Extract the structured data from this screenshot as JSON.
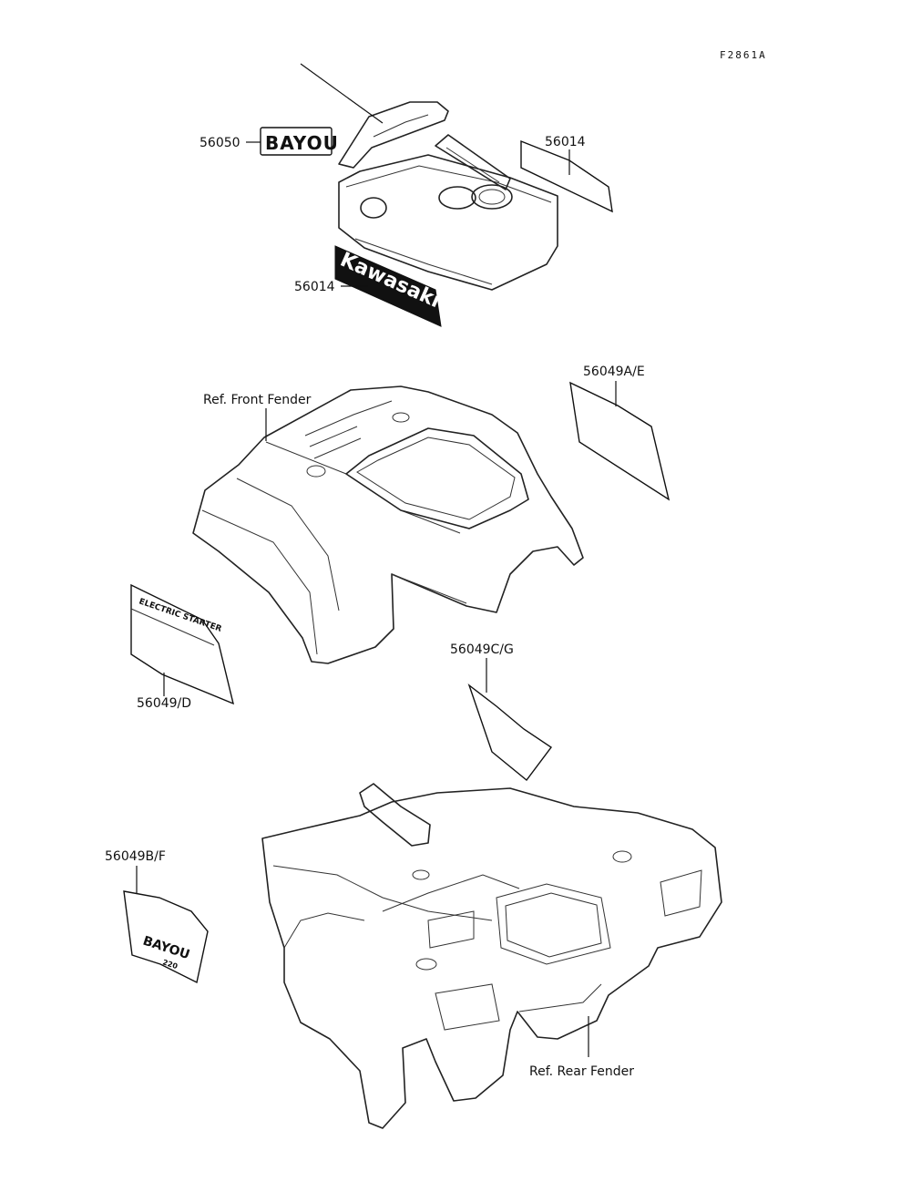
{
  "figure_id": "F2861A",
  "labels": {
    "bayou_emblem": "56050",
    "decal_panel_top": "56014",
    "decal_kawasaki": "56014",
    "decal_front_right": "56049A/E",
    "ref_front_fender": "Ref. Front Fender",
    "decal_front_left": "56049/D",
    "decal_middle": "56049C/G",
    "decal_rear_left": "56049B/F",
    "ref_rear_fender": "Ref. Rear Fender"
  },
  "decal_text": {
    "bayou": "BAYOU",
    "kawasaki": "Kawasaki",
    "electric_starter": "ELECTRIC STARTER",
    "bayou_small": "BAYOU",
    "bayou_small_sub": "220"
  }
}
